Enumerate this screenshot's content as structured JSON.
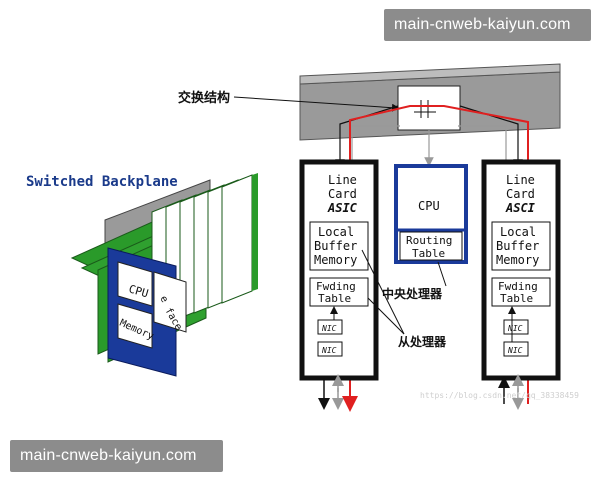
{
  "watermarks": {
    "top": "main-cnweb-kaiyun.com",
    "bottom": "main-cnweb-kaiyun.com"
  },
  "left_figure": {
    "title": "Switched Backplane",
    "card_cpu": "CPU",
    "card_memory": "Memory",
    "card_partial_1": "e",
    "card_partial_2": "face"
  },
  "right_figure": {
    "switch_fabric_label": "交换结构",
    "line_card_left": {
      "line1": "Line",
      "line2": "Card",
      "line3": "ASIC",
      "buffer1": "Local",
      "buffer2": "Buffer",
      "buffer3": "Memory",
      "fwd1": "Fwding",
      "fwd2": "Table",
      "nic1": "NIC",
      "nic2": "NIC"
    },
    "line_card_right": {
      "line1": "Line",
      "line2": "Card",
      "line3": "ASCI",
      "buffer1": "Local",
      "buffer2": "Buffer",
      "buffer3": "Memory",
      "fwd1": "Fwding",
      "fwd2": "Table",
      "nic1": "NIC",
      "nic2": "NIC"
    },
    "central": {
      "cpu": "CPU",
      "routing1": "Routing",
      "routing2": "Table"
    },
    "label_central_processor": "中央处理器",
    "label_slave_processor": "从处理器",
    "faint_url": "https://blog.csdn.net/qq_38338459"
  },
  "colors": {
    "accent_red": "#e02020",
    "card_blue": "#1a3a9a",
    "card_green": "#2a9a2a",
    "fabric_grey": "#9a9a9a"
  }
}
